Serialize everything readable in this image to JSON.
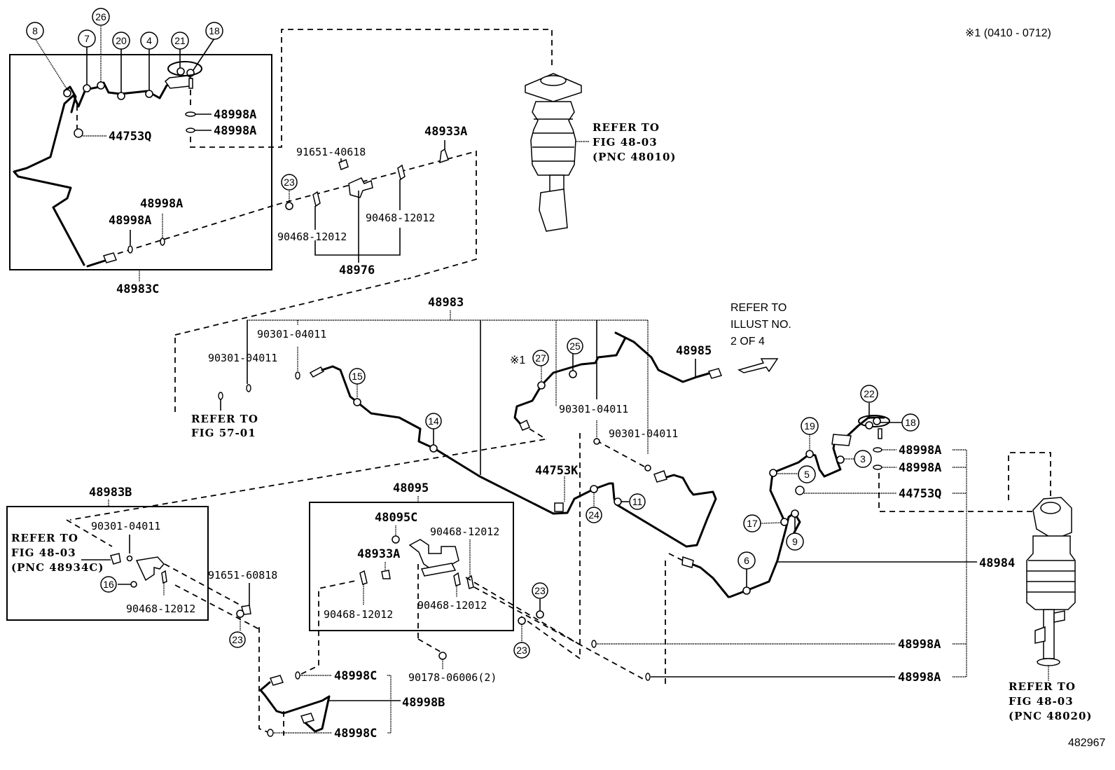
{
  "diagram": {
    "title_note": "※1 (0410 - 0712)",
    "illustration_number": "482967",
    "boxes": {
      "box_48983C": {
        "label": "48983C"
      },
      "box_48983B": {
        "label": "48983B"
      },
      "box_48095": {
        "label": "48095"
      }
    },
    "part_labels": {
      "p48998A_1": "48998A",
      "p48998A_2": "48998A",
      "p44753Q_1": "44753Q",
      "p48998A_3": "48998A",
      "p48998A_4": "48998A",
      "p91651_40618": "91651-40618",
      "p48933A_1": "48933A",
      "p90468_a": "90468-12012",
      "p90468_b": "90468-12012",
      "p48976": "48976",
      "p48983": "48983",
      "p90301_a": "90301-04011",
      "p90301_b": "90301-04011",
      "p90301_c": "90301-04011",
      "p90301_d": "90301-04011",
      "p48985": "48985",
      "p44753K": "44753K",
      "p48095C": "48095C",
      "p48933A_2": "48933A",
      "p90468_c": "90468-12012",
      "p90468_d": "90468-12012",
      "p90468_e": "90468-12012",
      "p90301_e": "90301-04011",
      "p90468_f": "90468-12012",
      "p91651_60818": "91651-60818",
      "p48998C_1": "48998C",
      "p48998B": "48998B",
      "p48998C_2": "48998C",
      "p90178": "90178-06006(2)",
      "p48998A_5": "48998A",
      "p48998A_6": "48998A",
      "p44753Q_2": "44753Q",
      "p48984": "48984",
      "p48998A_7": "48998A",
      "p48998A_8": "48998A"
    },
    "references": {
      "ref_front_strut": [
        "REFER TO",
        "FIG 48-03",
        "(PNC 48010)"
      ],
      "ref_fig57": [
        "REFER TO",
        "FIG 57-01"
      ],
      "ref_illust": [
        "REFER TO",
        "ILLUST NO.",
        "2 OF 4"
      ],
      "ref_48934C": [
        "REFER TO",
        "FIG 48-03",
        "(PNC 48934C)"
      ],
      "ref_rear_strut": [
        "REFER TO",
        "FIG 48-03",
        "(PNC 48020)"
      ]
    },
    "callouts": {
      "c8": "8",
      "c7": "7",
      "c26": "26",
      "c20": "20",
      "c4": "4",
      "c21": "21",
      "c18a": "18",
      "c23a": "23",
      "c15": "15",
      "c14": "14",
      "c27": "27",
      "c25": "25",
      "c11": "11",
      "c24": "24",
      "c16": "16",
      "c23b": "23",
      "c23c": "23",
      "c23d": "23",
      "c22": "22",
      "c18b": "18",
      "c19": "19",
      "c3": "3",
      "c5": "5",
      "c17": "17",
      "c9": "9",
      "c6": "6"
    },
    "marker_27": "※1",
    "arrow_icon": "arrow-right-icon"
  }
}
